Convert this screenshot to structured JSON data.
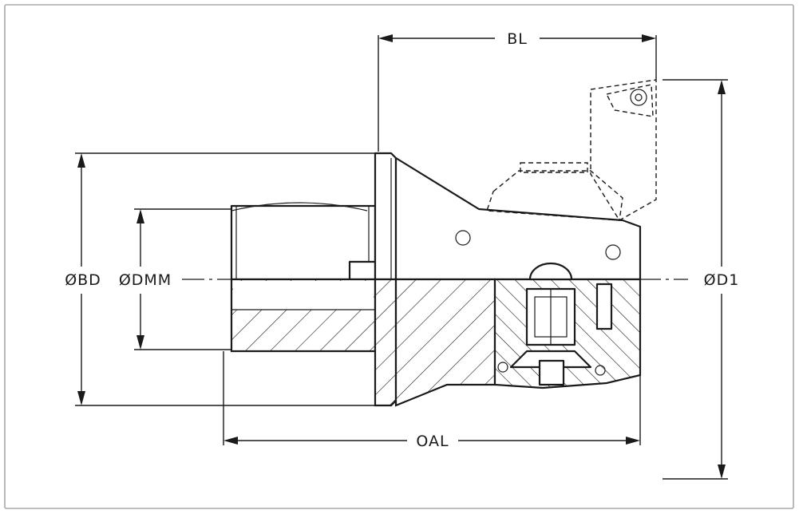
{
  "dimensions": {
    "bl": "BL",
    "oal": "OAL",
    "bd": "ØBD",
    "dmm": "ØDMM",
    "d1": "ØD1"
  },
  "colors": {
    "frame": "#a8a8a8",
    "line": "#1a1a1a",
    "background": "#ffffff"
  }
}
